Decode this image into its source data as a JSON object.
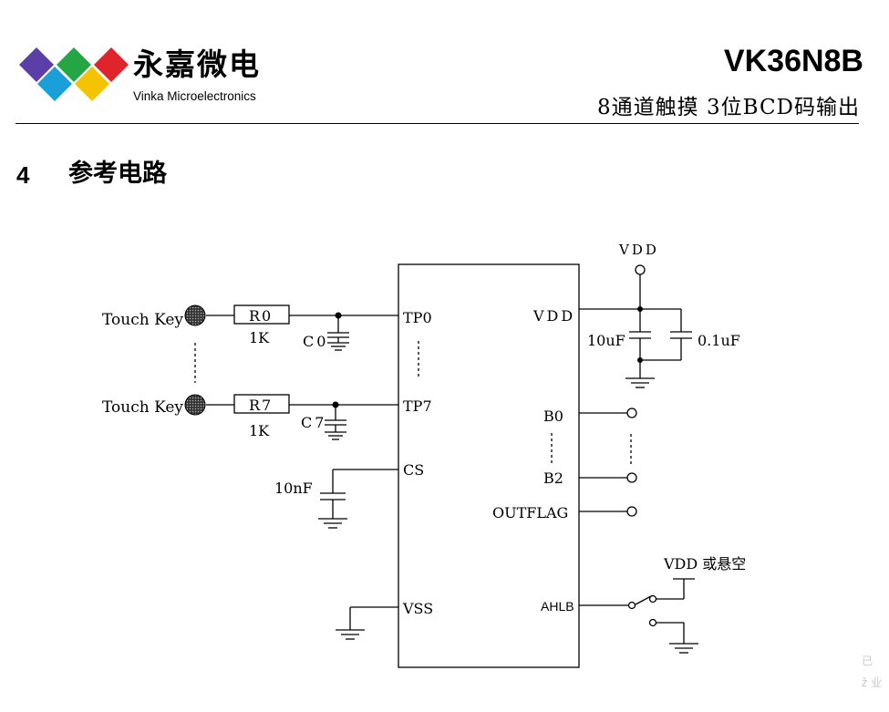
{
  "header": {
    "brand_cn": "永嘉微电",
    "brand_en": "Vinka Microelectronics",
    "model": "VK36N8B",
    "subtitle": "8通道触摸 3位BCD码输出",
    "logo_colors": [
      "#5b3ea8",
      "#25a645",
      "#e0242b",
      "#1aa0d8",
      "#f5c400"
    ]
  },
  "section": {
    "number": "4",
    "title": "参考电路"
  },
  "circuit": {
    "touch_key_1": "Touch Key",
    "touch_key_2": "Touch Key",
    "r0_name": "R0",
    "r0_value": "1K",
    "r7_name": "R7",
    "r7_value": "1K",
    "c0_name": "C0",
    "c7_name": "C7",
    "pin_tp0": "TP0",
    "pin_tp7": "TP7",
    "pin_cs": "CS",
    "pin_vss": "VSS",
    "pin_vdd": "VDD",
    "pin_b0": "B0",
    "pin_b2": "B2",
    "pin_outflag": "OUTFLAG",
    "pin_ahlb": "AHLB",
    "cs_cap": "10nF",
    "vdd_top": "VDD",
    "cap_10uf": "10uF",
    "cap_01uf": "0.1uF",
    "vdd_or_float": "VDD 或悬空"
  },
  "watermark": {
    "line1": "已",
    "line2": "ž 业"
  }
}
